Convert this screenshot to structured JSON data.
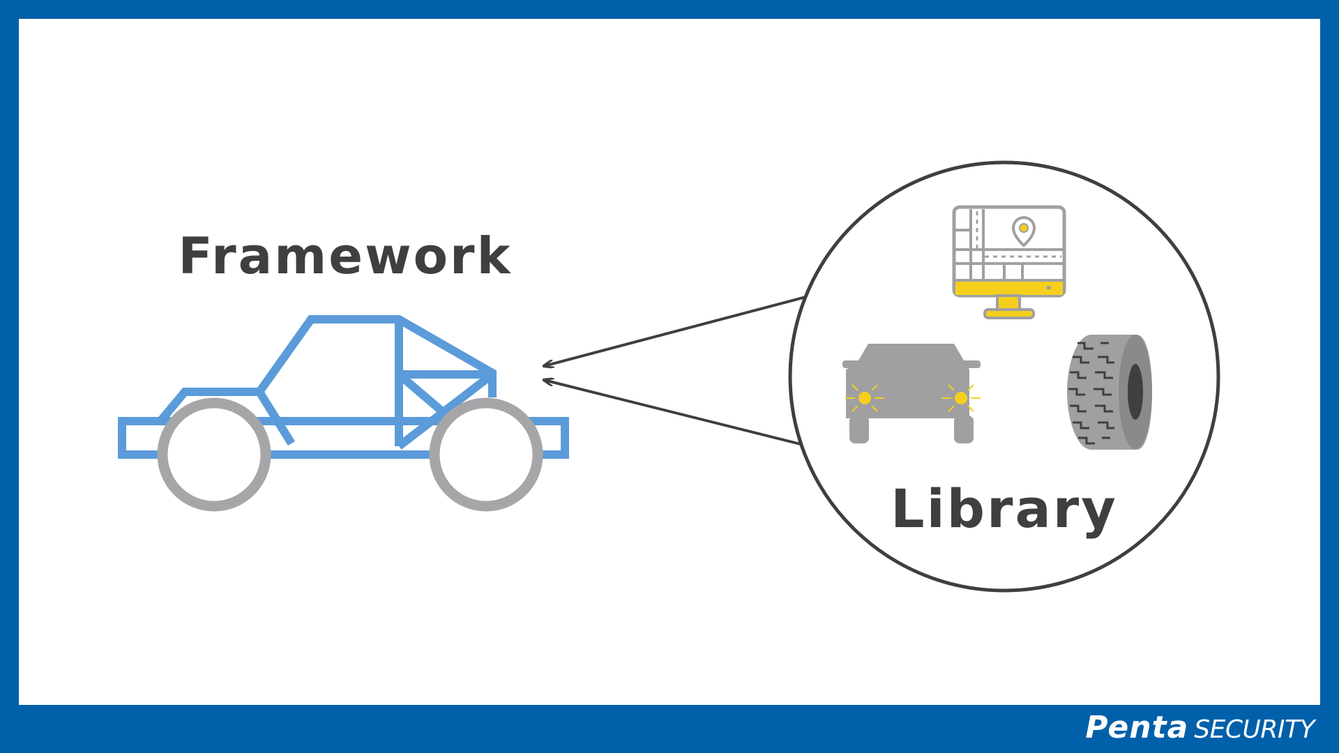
{
  "diagram": {
    "framework_label": "Framework",
    "library_label": "Library"
  },
  "brand": {
    "name": "Penta",
    "suffix": "SECURITY"
  },
  "colors": {
    "border": "#0060a9",
    "frame_blue": "#5b9bd9",
    "wheel_gray": "#a6a6a8",
    "icon_gray": "#a0a0a2",
    "accent_yellow": "#f5cf1c",
    "dark_text": "#3f3f3f"
  },
  "icons": [
    "car-frame-icon",
    "map-monitor-icon",
    "car-headlights-icon",
    "tire-icon"
  ]
}
